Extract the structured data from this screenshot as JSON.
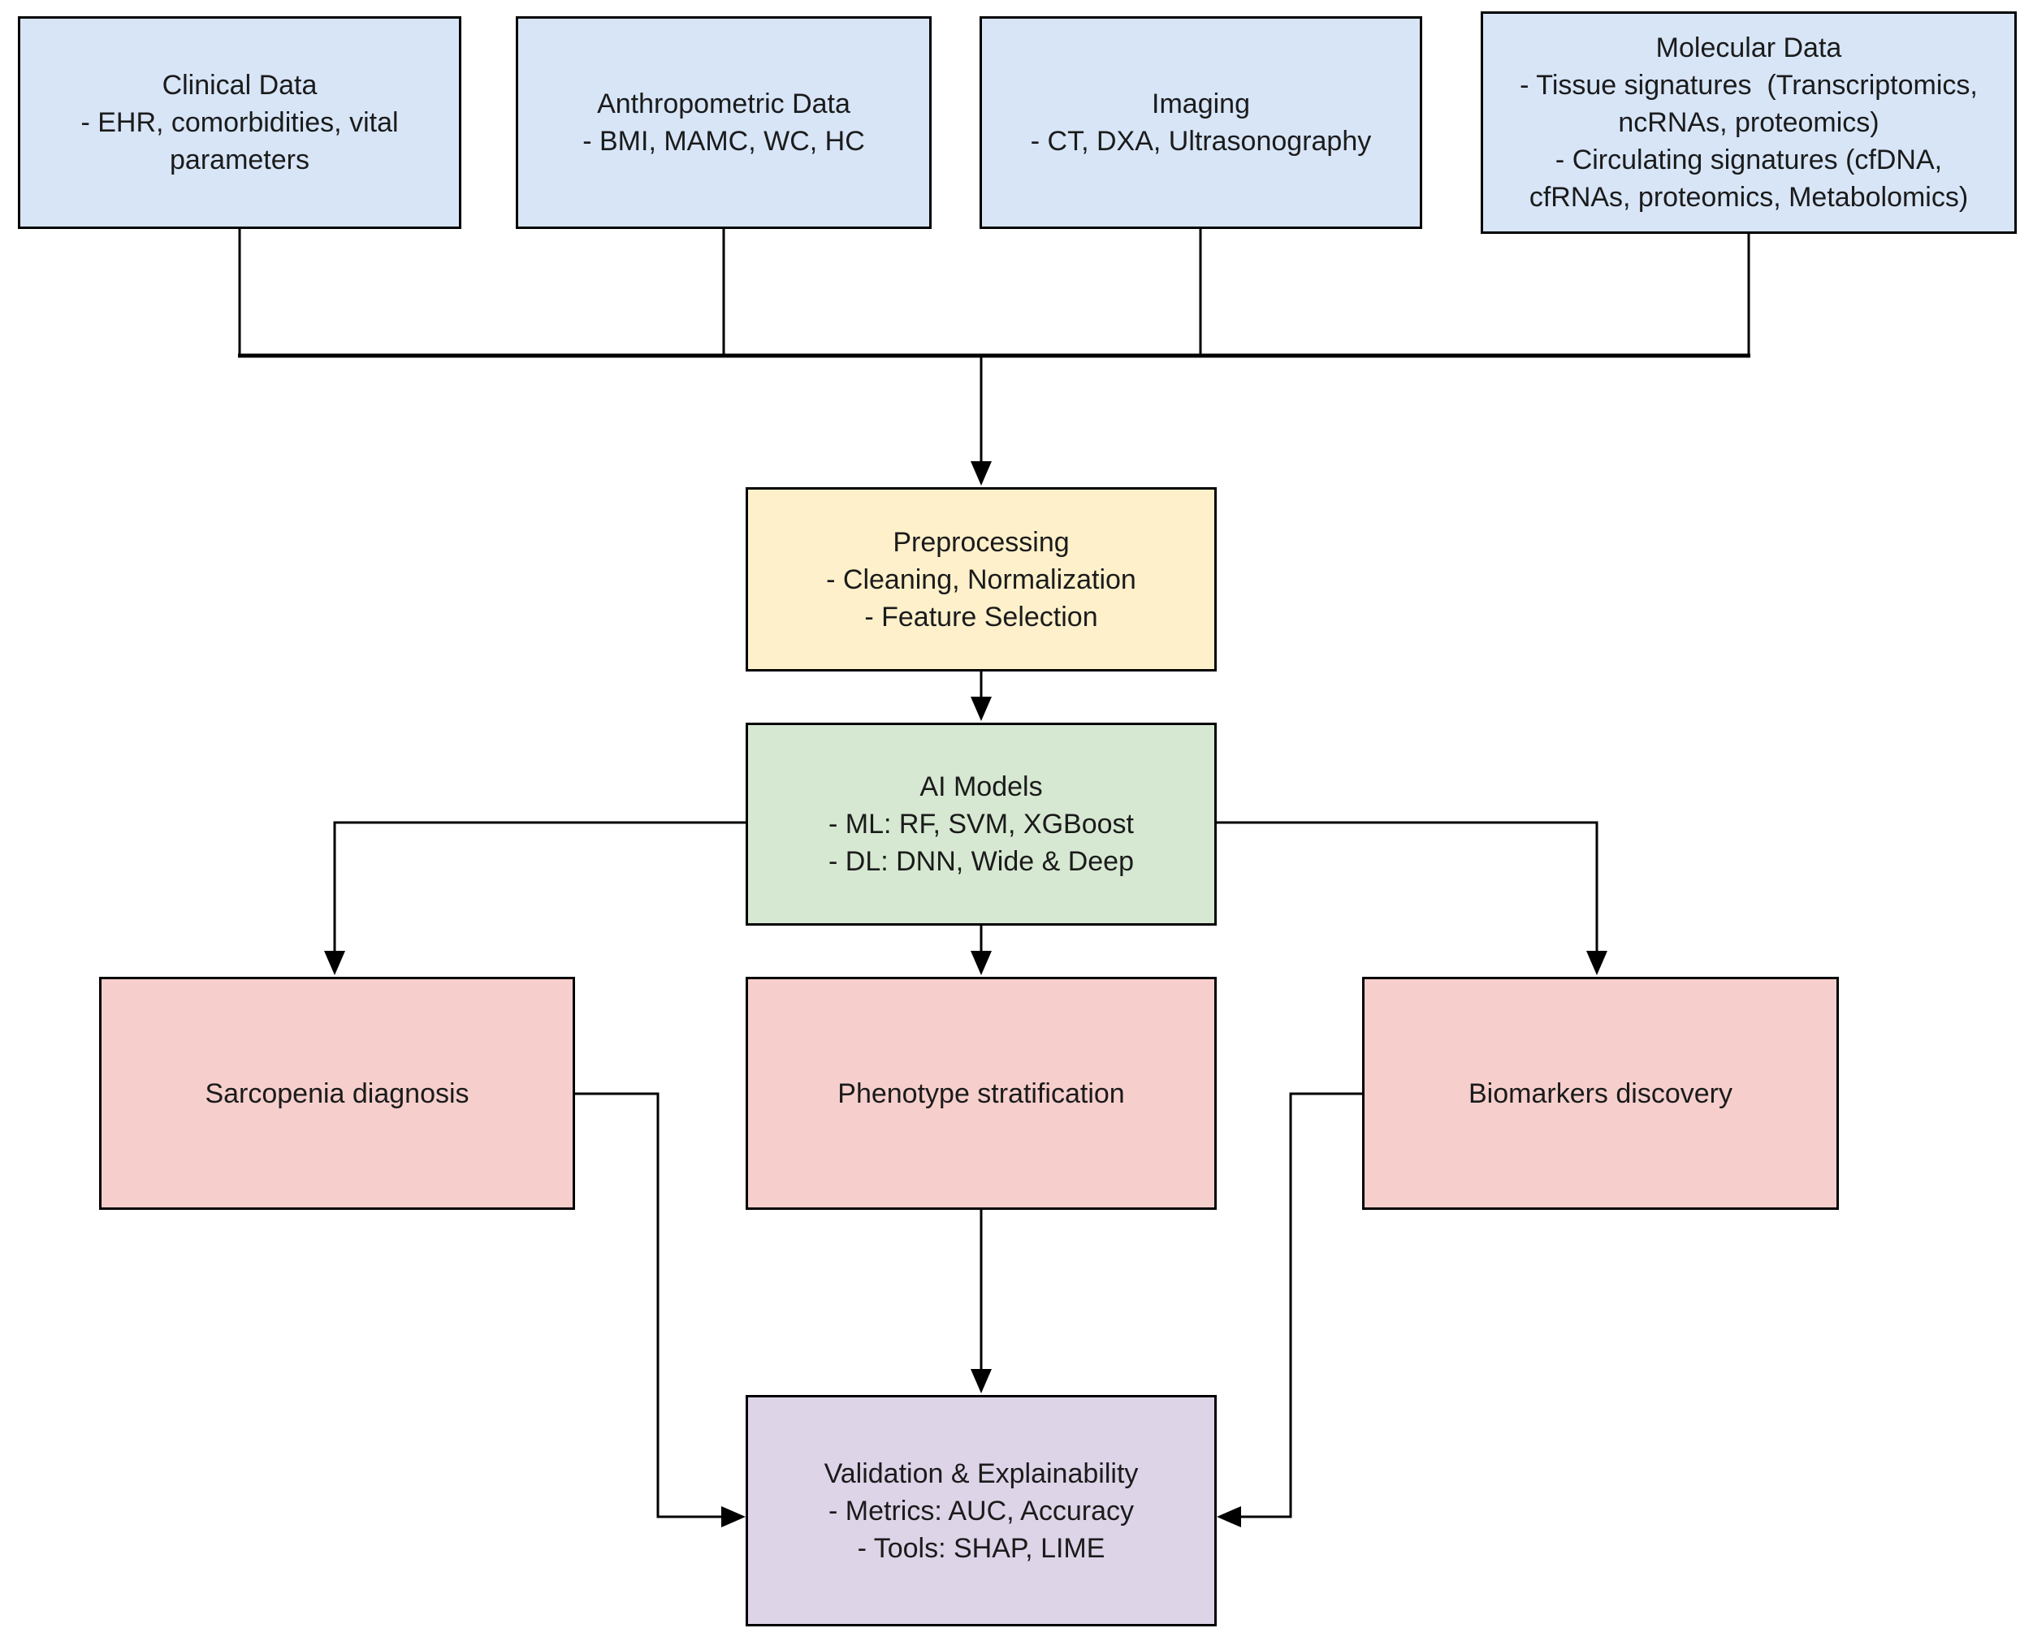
{
  "colors": {
    "input_blue": "#d7e5f7",
    "preprocessing_yellow": "#fdf0ca",
    "model_green": "#d7e8d2",
    "output_pink": "#f6cfcd",
    "validation_purple": "#ded4e8",
    "border": "#000000",
    "text": "#1b1b1b",
    "background": "#ffffff"
  },
  "nodes": {
    "clinical": {
      "title": "Clinical Data",
      "lines": [
        "- EHR, comorbidities, vital",
        "parameters"
      ]
    },
    "anthropometric": {
      "title": "Anthropometric Data",
      "lines": [
        "- BMI, MAMC, WC, HC"
      ]
    },
    "imaging": {
      "title": "Imaging",
      "lines": [
        "- CT, DXA, Ultrasonography"
      ]
    },
    "molecular": {
      "title": "Molecular Data",
      "lines": [
        "- Tissue signatures  (Transcriptomics,",
        "ncRNAs, proteomics)",
        "- Circulating signatures (cfDNA,",
        "cfRNAs, proteomics, Metabolomics)"
      ]
    },
    "preprocessing": {
      "title": "Preprocessing",
      "lines": [
        "- Cleaning, Normalization",
        "- Feature Selection"
      ]
    },
    "ai_models": {
      "title": "AI Models",
      "lines": [
        "- ML: RF, SVM, XGBoost",
        "- DL: DNN, Wide & Deep"
      ]
    },
    "sarcopenia": {
      "title": "Sarcopenia diagnosis",
      "lines": []
    },
    "phenotype": {
      "title": "Phenotype stratification",
      "lines": []
    },
    "biomarkers": {
      "title": "Biomarkers discovery",
      "lines": []
    },
    "validation": {
      "title": "Validation & Explainability",
      "lines": [
        "- Metrics: AUC, Accuracy",
        "- Tools: SHAP, LIME"
      ]
    }
  },
  "edges": [
    {
      "from": "clinical",
      "to": "preprocessing"
    },
    {
      "from": "anthropometric",
      "to": "preprocessing"
    },
    {
      "from": "imaging",
      "to": "preprocessing"
    },
    {
      "from": "molecular",
      "to": "preprocessing"
    },
    {
      "from": "preprocessing",
      "to": "ai_models"
    },
    {
      "from": "ai_models",
      "to": "sarcopenia"
    },
    {
      "from": "ai_models",
      "to": "phenotype"
    },
    {
      "from": "ai_models",
      "to": "biomarkers"
    },
    {
      "from": "sarcopenia",
      "to": "validation"
    },
    {
      "from": "phenotype",
      "to": "validation"
    },
    {
      "from": "biomarkers",
      "to": "validation"
    }
  ]
}
